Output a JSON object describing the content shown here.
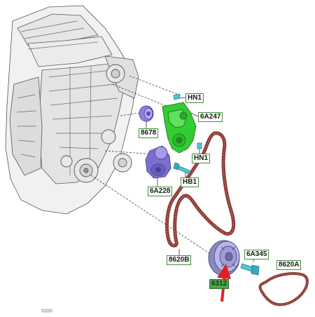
{
  "labels": {
    "hn1_top": "HN1",
    "a6a247": "6A247",
    "a8678": "8678",
    "hn1_mid": "HN1",
    "hb1": "HB1",
    "a6a228": "6A228",
    "a8620b": "8620B",
    "a6a345": "6A345",
    "a8620a": "8620A",
    "a6312": "6312"
  },
  "colors": {
    "part_label_border": "#3f8f3a",
    "highlight_label": "#4aa54a",
    "tensioner": "#33cc33",
    "idler": "#7a6fcf",
    "belt": "#8a3b35",
    "arrow": "#e02020",
    "engine_line": "#555555"
  }
}
